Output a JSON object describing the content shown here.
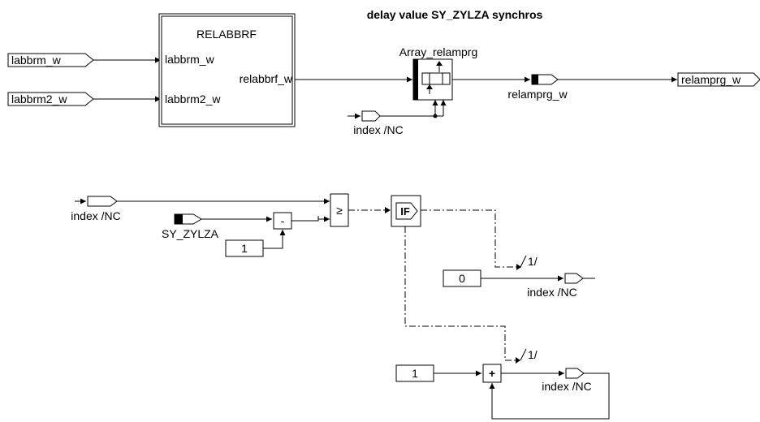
{
  "title": "delay value SY_ZYLZA synchros",
  "top": {
    "input_1": "labbrm_w",
    "input_2": "labbrm2_w",
    "block_name": "RELABBRF",
    "block_in_1": "labbrm_w",
    "block_in_2": "labbrm2_w",
    "block_out": "relabbrf_w",
    "array_label": "Array_relamprg",
    "index_label": "index /NC",
    "intermediate_label": "relamprg_w",
    "output": "relamprg_w"
  },
  "bottom": {
    "index_in_label": "index /NC",
    "constant_label": "SY_ZYLZA",
    "const_one_a": "1",
    "const_zero": "0",
    "const_one_b": "1",
    "minus_symbol": "-",
    "ge_symbol": "≥",
    "if_symbol": "IF",
    "plus_symbol": "+",
    "branch_1_label": "1/",
    "branch_2_label": "1/",
    "index_out_1": "index /NC",
    "index_out_2": "index /NC"
  }
}
